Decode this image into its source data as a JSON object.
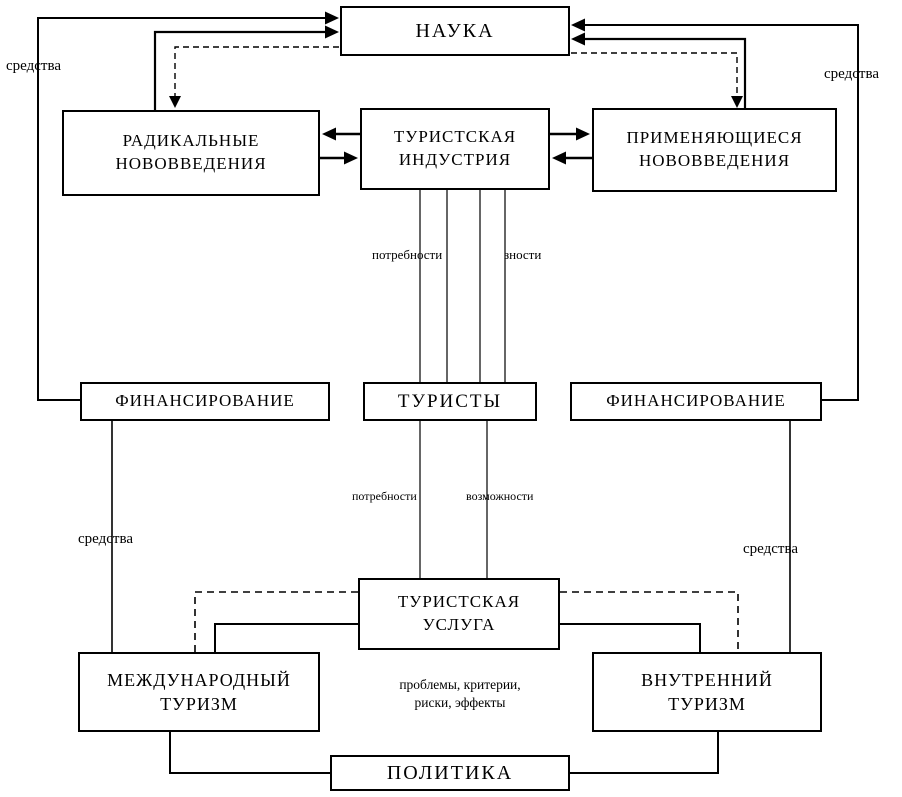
{
  "diagram": {
    "title_hint": "tourism-science-innovation-scheme",
    "colors": {
      "line": "#000000",
      "background": "#ffffff",
      "text": "#000000"
    },
    "boxes": {
      "science": {
        "label": "НАУКА"
      },
      "radical_innovations": {
        "label": "РАДИКАЛЬНЫЕ\nНОВОВВЕДЕНИЯ"
      },
      "tourist_industry": {
        "label": "ТУРИСТСКАЯ\nИНДУСТРИЯ"
      },
      "applied_innovations": {
        "label": "ПРИМЕНЯЮЩИЕСЯ\nНОВОВВЕДЕНИЯ"
      },
      "financing_left": {
        "label": "ФИНАНСИРОВАНИЕ"
      },
      "tourists": {
        "label": "ТУРИСТЫ"
      },
      "financing_right": {
        "label": "ФИНАНСИРОВАНИЕ"
      },
      "tourist_service": {
        "label": "ТУРИСТСКАЯ\nУСЛУГА"
      },
      "international_tourism": {
        "label": "МЕЖДУНАРОДНЫЙ\nТУРИЗМ"
      },
      "domestic_tourism": {
        "label": "ВНУТРЕННИЙ\nТУРИЗМ"
      },
      "politics": {
        "label": "ПОЛИТИКА"
      }
    },
    "labels": {
      "funds_top_left": "средства",
      "funds_top_right": "средства",
      "needs_upper": "потребности",
      "abilities_upper": "зности",
      "needs_lower": "потребности",
      "abilities_lower": "возможности",
      "funds_mid_left": "средства",
      "funds_mid_right": "средства",
      "problems": "проблемы, критерии,\nриски, эффекты"
    }
  }
}
